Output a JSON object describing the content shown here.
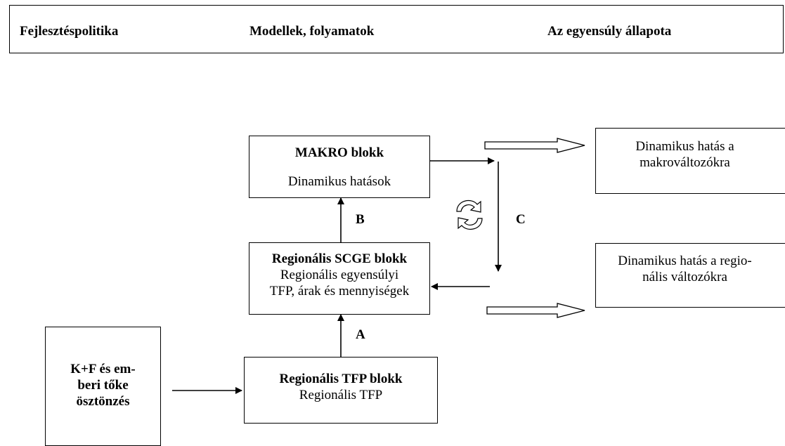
{
  "header": {
    "col1": "Fejlesztéspolitika",
    "col2": "Modellek, folyamatok",
    "col3": "Az egyensúly állapota"
  },
  "blocks": {
    "makro_title": "MAKRO blokk",
    "makro_sub": "Dinamikus hatások",
    "scge_title": "Regionális SCGE blokk",
    "scge_line1": "Regionális egyensúlyi",
    "scge_line2": "TFP, árak és mennyiségek",
    "tfp_title": "Regionális TFP blokk",
    "tfp_sub": "Regionális TFP",
    "kf_line1": "K+F és em-",
    "kf_line2": "beri tőke",
    "kf_line3": "ösztönzés",
    "out_macro_line1": "Dinamikus hatás a",
    "out_macro_line2": "makrováltozókra",
    "out_reg_line1": "Dinamikus hatás a regio-",
    "out_reg_line2": "nális változókra"
  },
  "labels": {
    "a": "A",
    "b": "B",
    "c": "C"
  },
  "colors": {
    "line": "#000000",
    "background": "#ffffff"
  }
}
